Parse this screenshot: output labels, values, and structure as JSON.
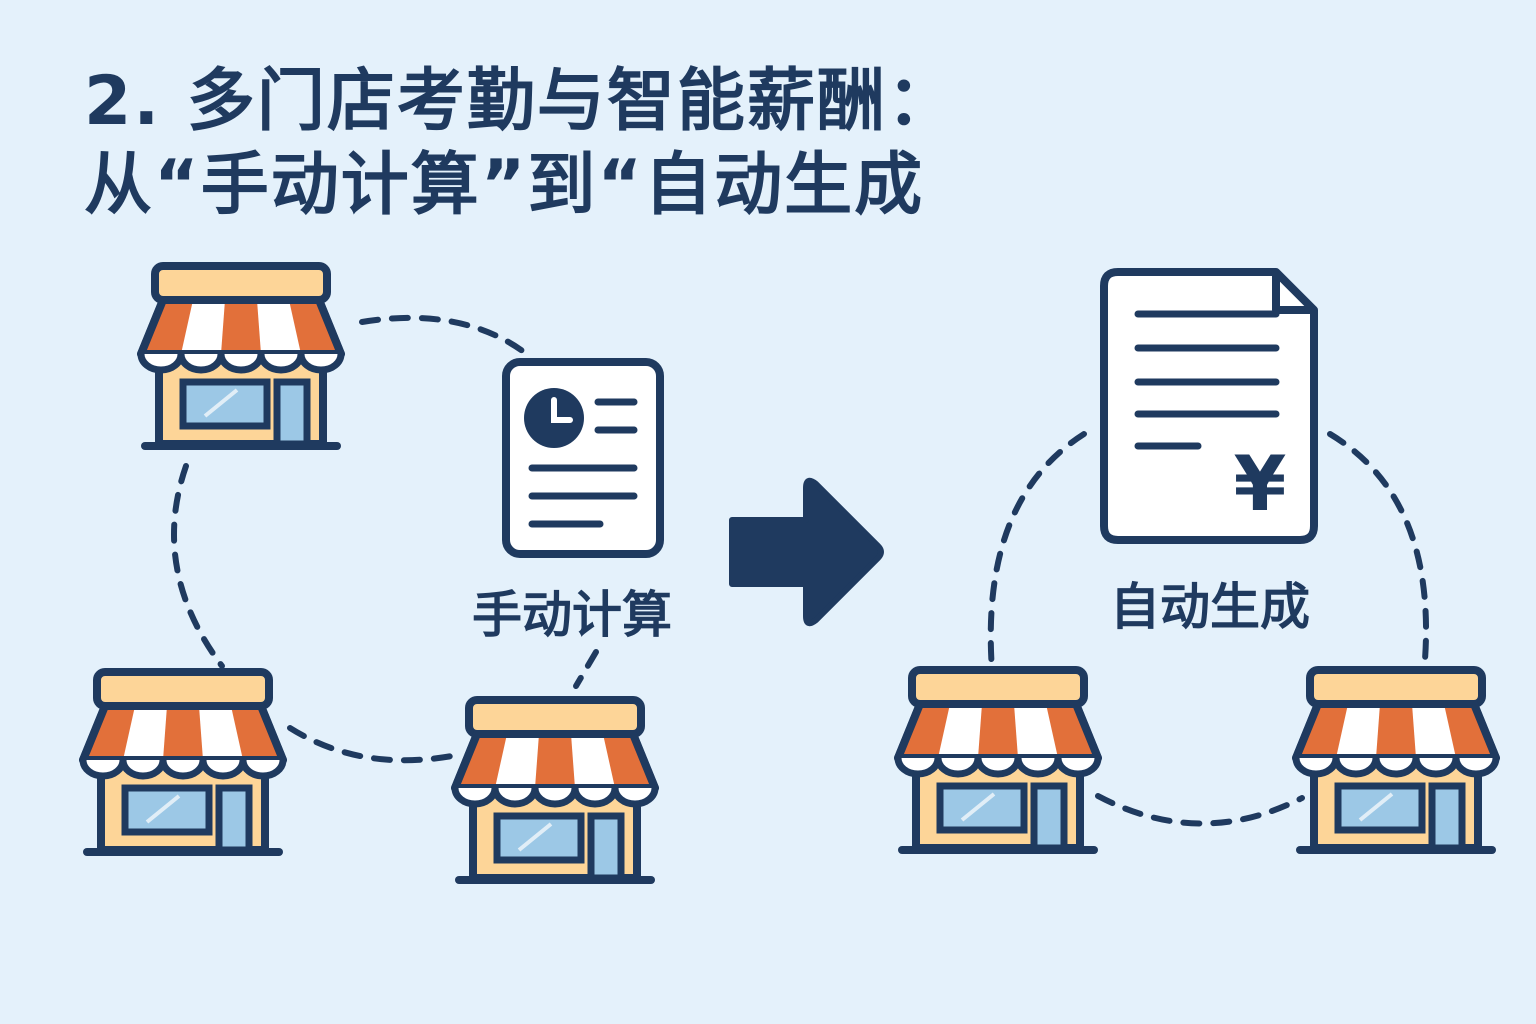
{
  "title": {
    "line1": "2. 多门店考勤与智能薪酬：",
    "line2": "从“手动计算”到“自动生成"
  },
  "left_caption": "手动计算",
  "right_caption": "自动生成",
  "currency_symbol": "¥",
  "icons": {
    "store": "store-icon",
    "timesheet": "timesheet-document-icon",
    "clock": "clock-icon",
    "arrow": "arrow-right-icon",
    "payslip": "payslip-document-icon"
  },
  "colors": {
    "background": "#e4f1fb",
    "navy": "#1f3a5f",
    "awning_orange": "#e2703a",
    "store_body": "#fdd598",
    "window_blue": "#9cc8e6"
  }
}
